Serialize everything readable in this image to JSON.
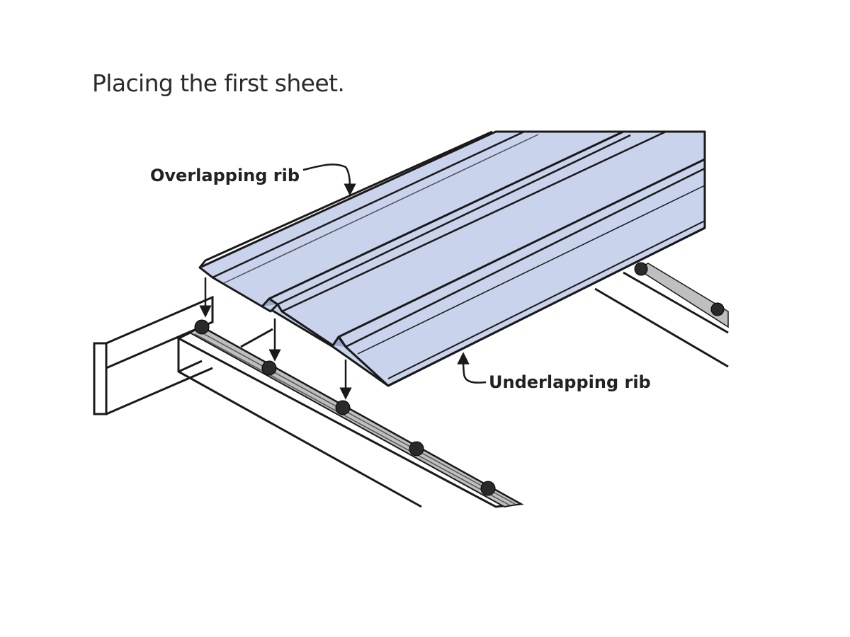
{
  "title": "Placing the first sheet.",
  "labels": {
    "overlapping_rib": "Overlapping rib",
    "underlapping_rib": "Underlapping rib"
  },
  "colors": {
    "sheet_fill": "#c9d3ec",
    "sheet_dark": "#9aa7c8",
    "line": "#1a1a1a",
    "background": "#ffffff"
  }
}
